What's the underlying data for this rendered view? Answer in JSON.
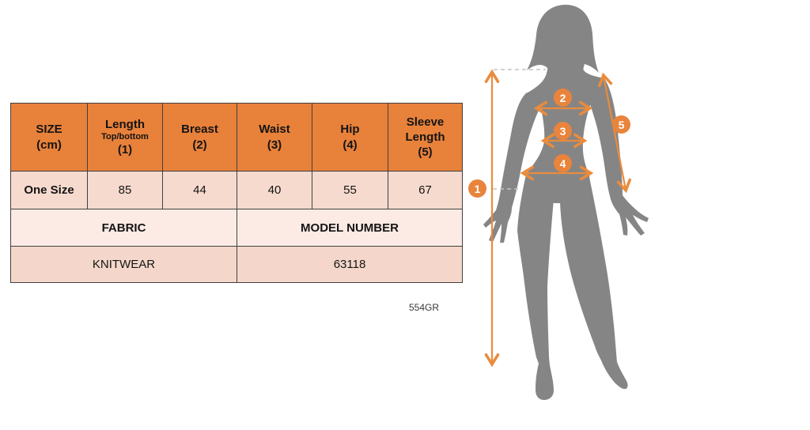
{
  "colors": {
    "accent_orange": "#E8813A",
    "arrow_orange": "#E98C3D",
    "silhouette_gray": "#858585",
    "row_pink": "#F7DACE",
    "row_light_pink": "#FBEBE4",
    "row_mid_pink": "#F4D7CA"
  },
  "table": {
    "headers": [
      {
        "title": "SIZE\n(cm)",
        "sub": "",
        "num": ""
      },
      {
        "title": "Length",
        "sub": "Top/bottom",
        "num": "(1)"
      },
      {
        "title": "Breast",
        "sub": "",
        "num": "(2)"
      },
      {
        "title": "Waist",
        "sub": "",
        "num": "(3)"
      },
      {
        "title": "Hip",
        "sub": "",
        "num": "(4)"
      },
      {
        "title": "Sleeve\nLength",
        "sub": "",
        "num": "(5)"
      }
    ],
    "size_row": {
      "label": "One Size",
      "values": [
        "85",
        "44",
        "40",
        "55",
        "67"
      ]
    },
    "info_header_row": {
      "fabric_label": "FABRIC",
      "model_label": "MODEL NUMBER"
    },
    "info_value_row": {
      "fabric_value": "KNITWEAR",
      "model_value": "63118"
    }
  },
  "product_code": "554GR",
  "figure": {
    "badges": [
      "1",
      "2",
      "3",
      "4",
      "5"
    ],
    "measure_names": [
      "Length top/bottom",
      "Breast",
      "Waist",
      "Hip",
      "Sleeve length"
    ]
  }
}
